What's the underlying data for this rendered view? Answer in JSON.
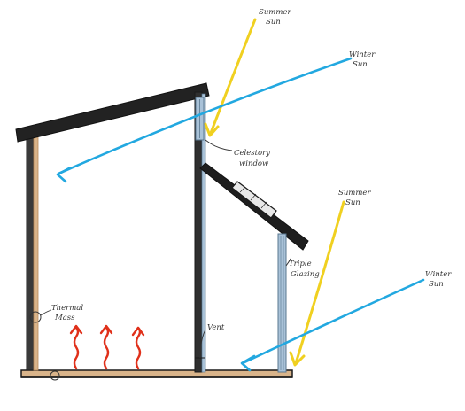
{
  "labels": {
    "summer_sun_top_1": "Summer",
    "summer_sun_top_2": "Sun",
    "winter_sun_top_1": "Winter",
    "winter_sun_top_2": "Sun",
    "celestory_window_1": "Celestory",
    "celestory_window_2": "window",
    "summer_sun_right_1": "Summer",
    "summer_sun_right_2": "Sun",
    "triple_glazing_1": "Triple",
    "triple_glazing_2": "Glazing",
    "winter_sun_right_1": "Winter",
    "winter_sun_right_2": "Sun",
    "thermal_mass_1": "Thermal",
    "thermal_mass_2": "Mass",
    "vent": "Vent"
  },
  "colors": {
    "outline": "#1a1a1a",
    "roof": "#222222",
    "wall_dark": "#3a3a3a",
    "wood": "#d9b48a",
    "wood_edge": "#b88a5a",
    "summer_sun": "#f0d020",
    "winter_sun": "#22a8e0",
    "heat": "#e0301a",
    "glass": "#a9c2d8",
    "glass_edge": "#5a7890",
    "label_line": "#333333"
  }
}
